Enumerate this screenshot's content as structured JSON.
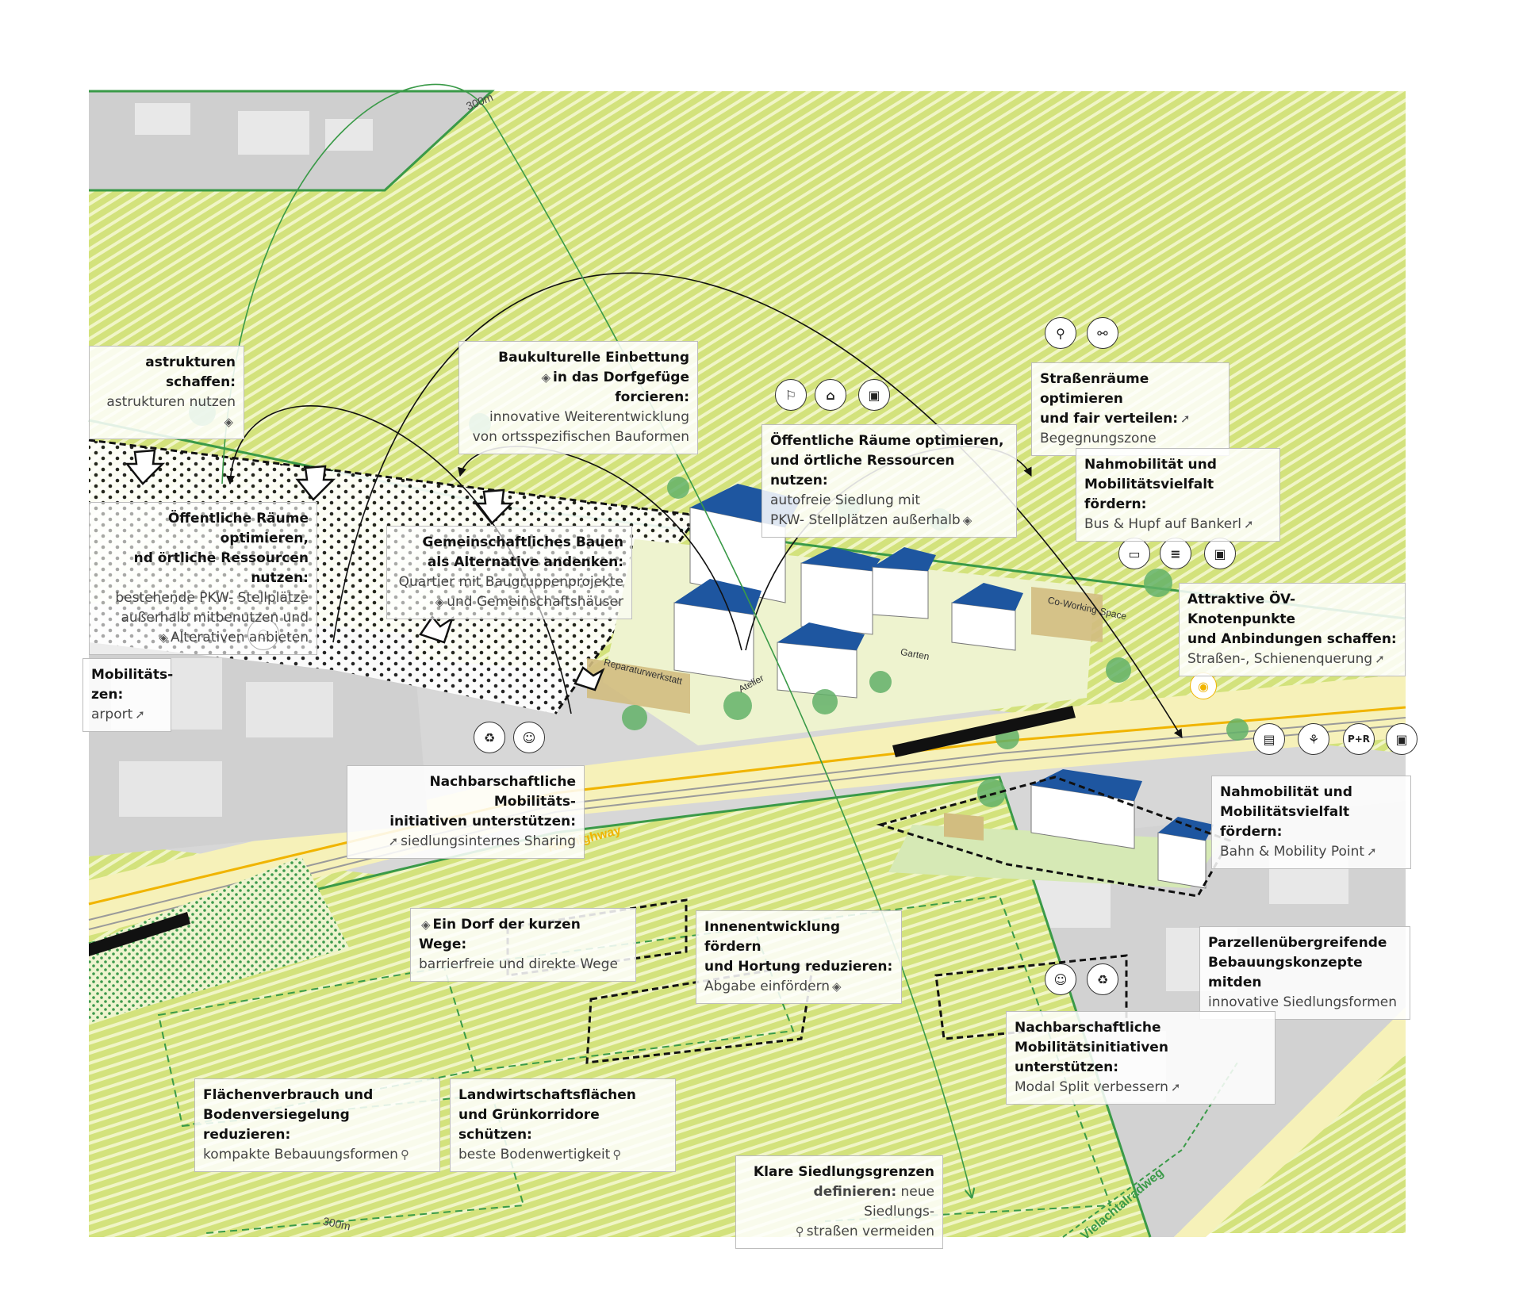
{
  "map_labels": {
    "dist_top": "300m",
    "dist_bottom": "300m",
    "radhighway": "Radhighway",
    "vielachtalradweg": "Vielachtalradweg",
    "reparaturwerkstatt": "Reparaturwerkstatt",
    "atelier": "Atelier",
    "garten": "Garten",
    "coworking": "Co-Working-Space"
  },
  "icons": {
    "c01": "walking-carsharing-icon",
    "c02": "recycle-icon",
    "c03": "community-icon",
    "c04": "pedestrian-zone-icon",
    "c05": "bus-stop-icon",
    "c06": "info-screen-icon",
    "c07": "bicycle-walking-icon",
    "c08": "bike-family-icon",
    "c09": "bus-icon",
    "c10": "bench-icon",
    "c11": "display-icon",
    "c12": "train-icon",
    "c13": "scooter-icon",
    "c14": "park-and-ride-icon",
    "c15": "display-icon",
    "c16": "community-icon",
    "c17": "recycle-icon",
    "c18": "camera-icon"
  },
  "icon_texts": {
    "pr": "P+R"
  },
  "callouts": {
    "c1": {
      "title": "astrukturen schaffen:",
      "body": "astrukturen nutzen"
    },
    "c2": {
      "title1": "Baukulturelle Einbettung",
      "title2": "in das Dorfgefüge forcieren:",
      "body1": "innovative Weiterentwicklung",
      "body2": "von ortsspezifischen Bauformen"
    },
    "c3": {
      "title1": "Straßenräume optimieren",
      "title2": "und fair verteilen:",
      "body": "Begegnungszone"
    },
    "c4": {
      "title1": "Öffentliche Räume optimieren,",
      "title2": "und örtliche Ressourcen nutzen:",
      "body1": "autofreie Siedlung mit",
      "body2": "PKW- Stellplätzen außerhalb"
    },
    "c5": {
      "title1": "Nahmobilität und",
      "title2": "Mobilitätsvielfalt fördern:",
      "body": "Bus & Hupf auf Bankerl"
    },
    "c6": {
      "title1": "Öffentliche Räume optimieren,",
      "title2": "nd örtliche Ressourcen nutzen:",
      "body1": "bestehende PKW- Stellplätze",
      "body2": "außerhalb mitbenutzen und",
      "body3": "Alterativen anbieten"
    },
    "c7": {
      "title1": "Gemeinschaftliches Bauen",
      "title2": "als Alternative andenken:",
      "body1": "Quartier mit Baugruppenprojekte",
      "body2": "und Gemeinschaftshäuser"
    },
    "c8": {
      "title1": "Attraktive ÖV- Knotenpunkte",
      "title2": "und Anbindungen schaffen:",
      "body": "Straßen-, Schienenquerung"
    },
    "c9": {
      "title1": "Mobilitäts-",
      "title2": "zen:",
      "body": "arport"
    },
    "c10": {
      "title1": "Nachbarschaftliche Mobilitäts-",
      "title2": "initiativen unterstützen:",
      "body": "siedlungsinternes Sharing"
    },
    "c11": {
      "title1": "Nahmobilität und",
      "title2": "Mobilitätsvielfalt fördern:",
      "body": "Bahn & Mobility Point"
    },
    "c12": {
      "title": "Ein Dorf der kurzen Wege:",
      "body": "barrierfreie und direkte Wege"
    },
    "c13": {
      "title1": "Innenentwicklung fördern",
      "title2": "und Hortung reduzieren:",
      "body": "Abgabe einfördern"
    },
    "c14": {
      "title1": "Parzellenübergreifende",
      "title2": "Bebauungskonzepte mitden",
      "body": "innovative Siedlungsformen"
    },
    "c15": {
      "title1": "Nachbarschaftliche",
      "title2": "Mobilitätsinitiativen unterstützen:",
      "body": "Modal Split verbessern"
    },
    "c16": {
      "title1": "Flächenverbrauch und",
      "title2": "Bodenversiegelung reduzieren:",
      "body": "kompakte Bebauungsformen"
    },
    "c17": {
      "title1": "Landwirtschaftsflächen",
      "title2": "und Grünkorridore schützen:",
      "body": "beste Bodenwertigkeit"
    },
    "c18": {
      "title1": "Klare Siedlungsgrenzen",
      "title2": "definieren:",
      "title2b": " neue Siedlungs-",
      "body": "straßen vermeiden"
    }
  },
  "colors": {
    "field_green": "#d4e27d",
    "stripe_green": "#f2f6c8",
    "road_yellow": "#f7f2b5",
    "building_grey": "#cbcbcb",
    "road_grey": "#e6e6e6",
    "roof_blue": "#1e56a0",
    "arc_green": "#3a9a48",
    "accent_yellow": "#f0b400"
  }
}
